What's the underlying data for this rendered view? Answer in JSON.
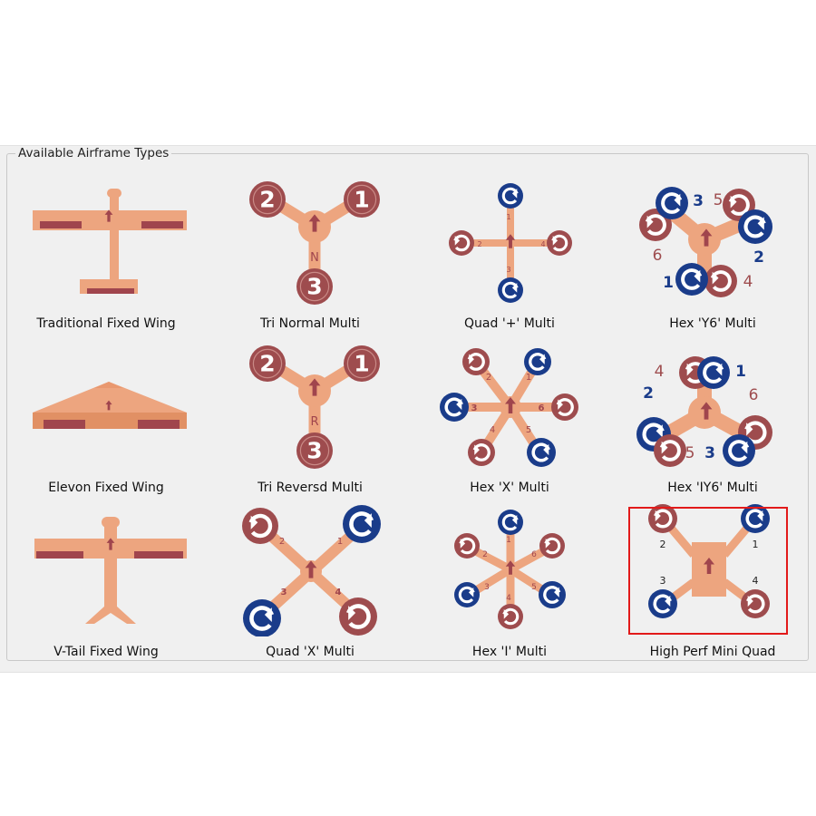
{
  "group_title": "Available Airframe Types",
  "selected_index": 11,
  "colors": {
    "body": "#eda57f",
    "body_dark": "#e9986f",
    "accent": "#a0454d",
    "cw": "#9e4c4e",
    "ccw": "#1a3c8a",
    "selection": "#e21a1a"
  },
  "airframes": [
    {
      "label": "Traditional Fixed Wing",
      "icon": "traditional-fixed-wing-icon"
    },
    {
      "label": "Tri Normal Multi",
      "icon": "tri-normal-multi-icon",
      "letter": "N",
      "motors": [
        "2",
        "1",
        "3"
      ]
    },
    {
      "label": "Quad '+' Multi",
      "icon": "quad-plus-multi-icon",
      "motors": [
        "1",
        "2",
        "3",
        "4"
      ]
    },
    {
      "label": "Hex 'Y6' Multi",
      "icon": "hex-y6-multi-icon",
      "motors": [
        "3",
        "5",
        "6",
        "2",
        "1",
        "4"
      ]
    },
    {
      "label": "Elevon Fixed Wing",
      "icon": "elevon-fixed-wing-icon"
    },
    {
      "label": "Tri Reversd Multi",
      "icon": "tri-reversed-multi-icon",
      "letter": "R",
      "motors": [
        "2",
        "1",
        "3"
      ]
    },
    {
      "label": "Hex 'X' Multi",
      "icon": "hex-x-multi-icon",
      "motors": [
        "2",
        "1",
        "3",
        "6",
        "4",
        "5"
      ]
    },
    {
      "label": "Hex 'IY6' Multi",
      "icon": "hex-iy6-multi-icon",
      "motors": [
        "4",
        "1",
        "2",
        "6",
        "5",
        "3"
      ]
    },
    {
      "label": "V-Tail Fixed Wing",
      "icon": "v-tail-fixed-wing-icon"
    },
    {
      "label": "Quad 'X' Multi",
      "icon": "quad-x-multi-icon",
      "motors": [
        "2",
        "1",
        "3",
        "4"
      ]
    },
    {
      "label": "Hex 'I' Multi",
      "icon": "hex-i-multi-icon",
      "motors": [
        "1",
        "2",
        "6",
        "3",
        "5",
        "4"
      ]
    },
    {
      "label": "High Perf Mini Quad",
      "icon": "high-perf-mini-quad-icon",
      "motors": [
        "2",
        "1",
        "3",
        "4"
      ]
    }
  ]
}
